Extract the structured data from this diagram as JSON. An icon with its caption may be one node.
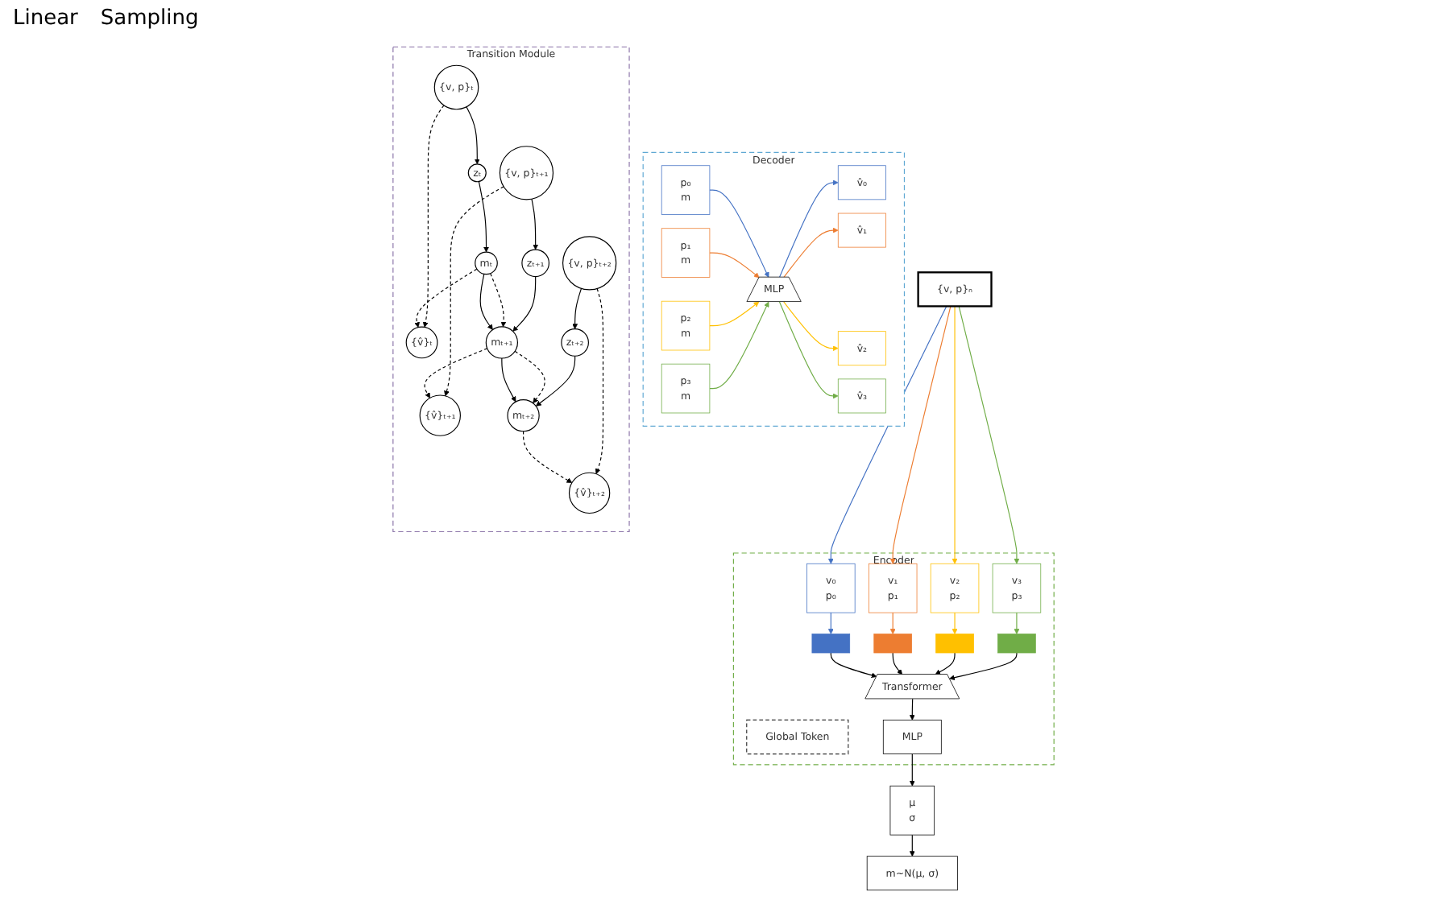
{
  "diagram": {
    "nodes": [
      {
        "text": [
          "Encoder"
        ]
      },
      {
        "text": [
          "{v, p}ₙ"
        ]
      },
      {
        "text": [
          "v₀",
          "p₀"
        ],
        "in": 0
      },
      {
        "text": [
          "v₁",
          "p₁"
        ],
        "in": 0
      },
      {
        "text": [
          "v₂",
          "p₂"
        ],
        "in": 0
      },
      {
        "text": [
          "v₃",
          "p₃"
        ],
        "in": 0
      },
      {
        "text": [],
        "shape": "bar",
        "in": 0
      },
      {
        "text": [],
        "shape": "bar",
        "in": 0
      },
      {
        "text": [],
        "shape": "bar",
        "in": 0
      },
      {
        "text": [],
        "shape": "bar",
        "in": 0
      },
      {
        "text": [
          "Global Token"
        ],
        "in": 0
      },
      {
        "text": [
          "Transformer"
        ],
        "in": 0
      },
      {
        "text": [
          "MLP"
        ],
        "in": 0
      },
      {
        "text": [
          "μ",
          "σ"
        ]
      },
      {
        "text": [
          "m~N(μ, σ)"
        ]
      },
      {
        "text": [
          "Decoder"
        ]
      },
      {
        "text": [
          "p₀",
          "m"
        ],
        "in": 15
      },
      {
        "text": [
          "p₁",
          "m"
        ],
        "in": 15
      },
      {
        "text": [
          "p₂",
          "m"
        ],
        "in": 15
      },
      {
        "text": [
          "p₃",
          "m"
        ],
        "in": 15
      },
      {
        "text": [
          "MLP"
        ],
        "in": 15
      },
      {
        "text": [
          "v̂₀"
        ],
        "in": 15
      },
      {
        "text": [
          "v̂₁"
        ],
        "in": 15
      },
      {
        "text": [
          "v̂₂"
        ],
        "in": 15
      },
      {
        "text": [
          "v̂₃"
        ],
        "in": 15
      },
      {
        "text": [
          "Transition Module"
        ]
      },
      {
        "text": [
          "{v, p}ₜ"
        ],
        "in": 25
      },
      {
        "text": [
          "zₜ"
        ],
        "in": 25
      },
      {
        "text": [
          "mₜ"
        ],
        "in": 25
      },
      {
        "text": [
          "{v̂}ₜ"
        ],
        "in": 25
      },
      {
        "text": [
          "{v, p}ₜ₊₁"
        ],
        "in": 25
      },
      {
        "text": [
          "zₜ₊₁"
        ],
        "in": 25
      },
      {
        "text": [
          "mₜ₊₁"
        ],
        "in": 25
      },
      {
        "text": [
          "{v̂}ₜ₊₁"
        ],
        "in": 25
      },
      {
        "text": [
          "{v, p}ₜ₊₂"
        ],
        "in": 25
      },
      {
        "text": [
          "zₜ₊₂"
        ],
        "in": 25
      },
      {
        "text": [
          "mₜ₊₂"
        ],
        "in": 25
      },
      {
        "text": [
          "{v̂}ₜ₊₂"
        ],
        "in": 25
      }
    ],
    "edges": [
      {
        "from": 1,
        "to": 2,
        "arrow": "to",
        "color": "#4472c4"
      },
      {
        "from": 1,
        "to": 3,
        "arrow": "to",
        "color": "#ed7d31"
      },
      {
        "from": 1,
        "to": 4,
        "arrow": "to",
        "color": "#ffc000"
      },
      {
        "from": 1,
        "to": 5,
        "arrow": "to",
        "color": "#70ad47"
      },
      {
        "from": 2,
        "to": 6,
        "arrow": "to",
        "color": "#4472c4"
      },
      {
        "from": 3,
        "to": 7,
        "arrow": "to",
        "color": "#ed7d31"
      },
      {
        "from": 4,
        "to": 8,
        "arrow": "to",
        "color": "#ffc000"
      },
      {
        "from": 5,
        "to": 9,
        "arrow": "to",
        "color": "#70ad47"
      },
      {
        "from": 6,
        "to": 11,
        "arrow": "to"
      },
      {
        "from": 7,
        "to": 11,
        "arrow": "to"
      },
      {
        "from": 8,
        "to": 11,
        "arrow": "to"
      },
      {
        "from": 9,
        "to": 11,
        "arrow": "to"
      },
      {
        "from": 11,
        "to": 12,
        "arrow": "to"
      },
      {
        "from": 12,
        "to": 13,
        "arrow": "to"
      },
      {
        "from": 13,
        "to": 14,
        "arrow": "to"
      },
      {
        "from": 16,
        "to": 20,
        "arrow": "to",
        "color": "#4472c4"
      },
      {
        "from": 17,
        "to": 20,
        "arrow": "to",
        "color": "#ed7d31"
      },
      {
        "from": 18,
        "to": 20,
        "arrow": "to",
        "color": "#ffc000"
      },
      {
        "from": 19,
        "to": 20,
        "arrow": "to",
        "color": "#70ad47"
      },
      {
        "from": 20,
        "to": 21,
        "arrow": "to",
        "color": "#4472c4"
      },
      {
        "from": 20,
        "to": 22,
        "arrow": "to",
        "color": "#ed7d31"
      },
      {
        "from": 20,
        "to": 23,
        "arrow": "to",
        "color": "#ffc000"
      },
      {
        "from": 20,
        "to": 24,
        "arrow": "to",
        "color": "#70ad47"
      },
      {
        "from": 26,
        "to": 27,
        "arrow": "to"
      },
      {
        "from": 27,
        "to": 28,
        "arrow": "to"
      },
      {
        "from": 28,
        "to": 29,
        "arrow": "to",
        "style": "dashed"
      },
      {
        "from": 26,
        "to": 29,
        "arrow": "to",
        "style": "dashed"
      },
      {
        "from": 28,
        "to": 32,
        "arrow": "to"
      },
      {
        "from": 28,
        "to": 32,
        "arrow": "to",
        "style": "dashed"
      },
      {
        "from": 30,
        "to": 31,
        "arrow": "to"
      },
      {
        "from": 31,
        "to": 32,
        "arrow": "to"
      },
      {
        "from": 32,
        "to": 33,
        "arrow": "to",
        "style": "dashed"
      },
      {
        "from": 30,
        "to": 33,
        "arrow": "to",
        "style": "dashed"
      },
      {
        "from": 32,
        "to": 36,
        "arrow": "to"
      },
      {
        "from": 32,
        "to": 36,
        "arrow": "to",
        "style": "dashed"
      },
      {
        "from": 34,
        "to": 35,
        "arrow": "to"
      },
      {
        "from": 35,
        "to": 36,
        "arrow": "to"
      },
      {
        "from": 36,
        "to": 37,
        "arrow": "to",
        "style": "dashed"
      },
      {
        "from": 34,
        "to": 37,
        "arrow": "to",
        "style": "dashed"
      }
    ],
    "labels": [
      "Linear",
      "Sampling"
    ]
  }
}
